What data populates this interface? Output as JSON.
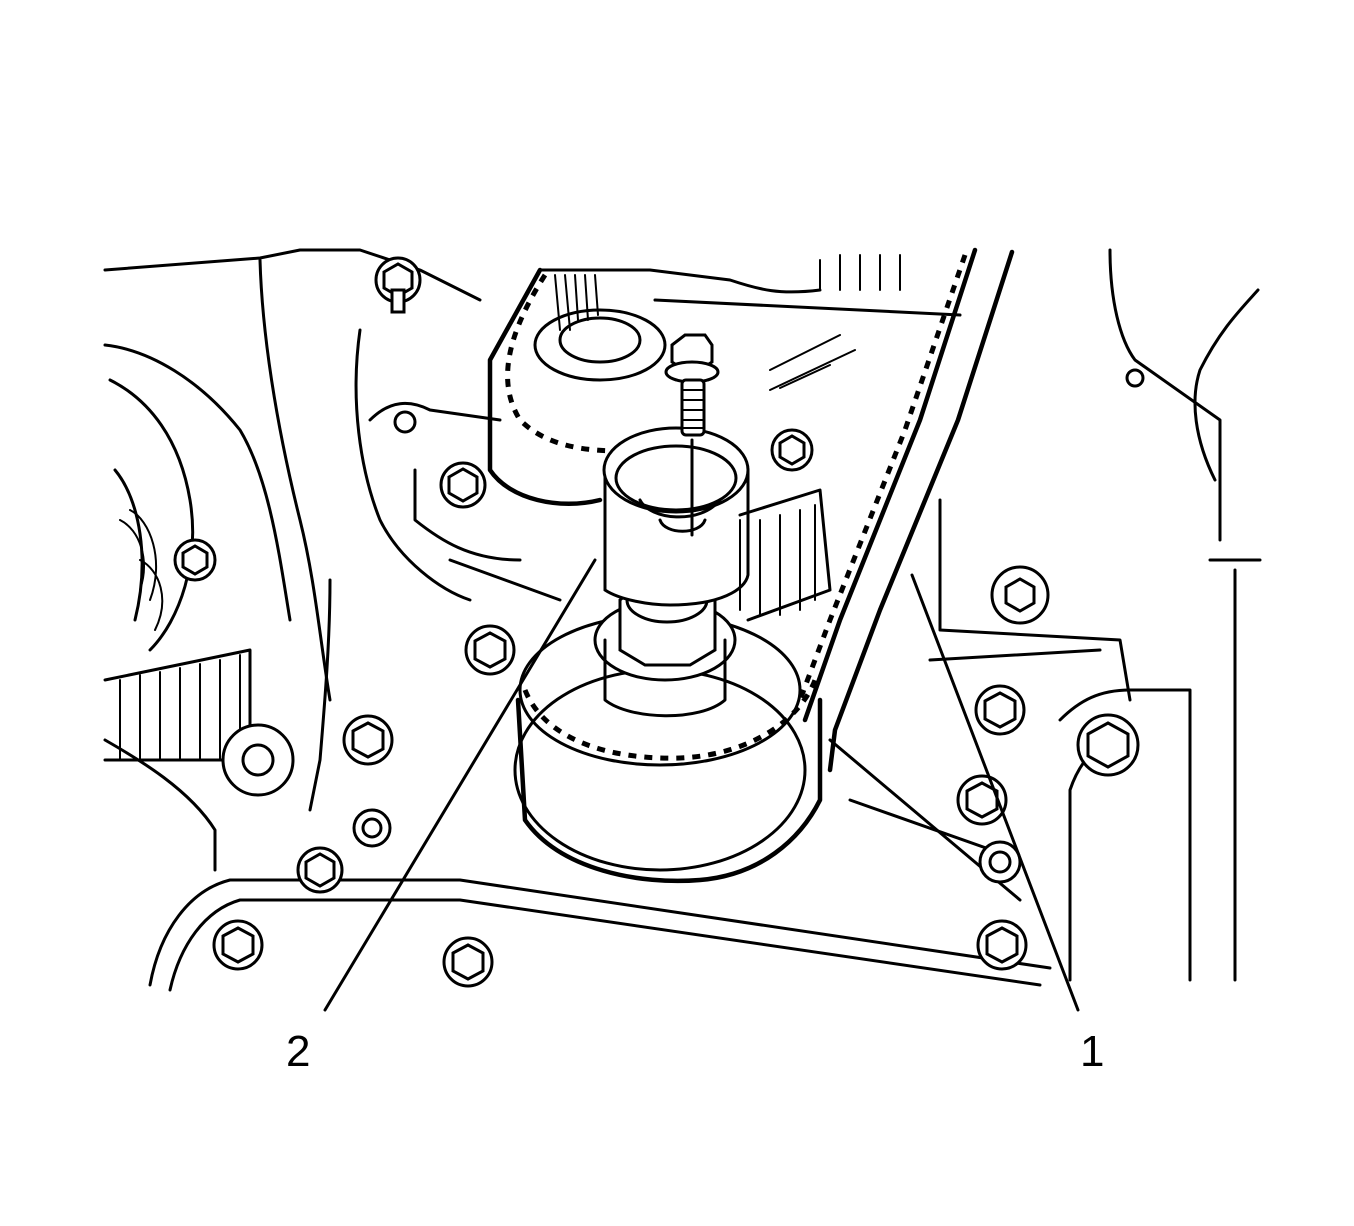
{
  "figure": {
    "description": "Engine timing belt line illustration with tensioner and locating pin",
    "colors": {
      "line": "#000000",
      "background": "#ffffff"
    },
    "callouts": [
      {
        "id": "1",
        "label": "1",
        "target": "timing-belt"
      },
      {
        "id": "2",
        "label": "2",
        "target": "tensioner-pulley"
      }
    ]
  }
}
